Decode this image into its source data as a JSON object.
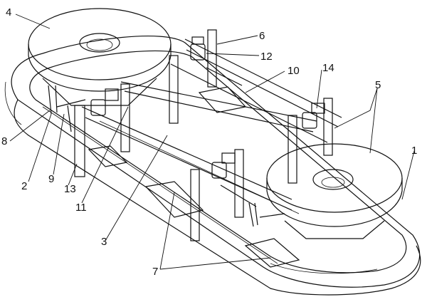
{
  "labels": [
    {
      "id": "l4",
      "text": "4"
    },
    {
      "id": "l6",
      "text": "6"
    },
    {
      "id": "l12",
      "text": "12"
    },
    {
      "id": "l10",
      "text": "10"
    },
    {
      "id": "l14",
      "text": "14"
    },
    {
      "id": "l5",
      "text": "5"
    },
    {
      "id": "l1",
      "text": "1"
    },
    {
      "id": "l8",
      "text": "8"
    },
    {
      "id": "l2",
      "text": "2"
    },
    {
      "id": "l9",
      "text": "9"
    },
    {
      "id": "l13",
      "text": "13"
    },
    {
      "id": "l11",
      "text": "11"
    },
    {
      "id": "l3",
      "text": "3"
    },
    {
      "id": "l7",
      "text": "7"
    }
  ],
  "colors": {
    "line": "#111111",
    "background": "#ffffff",
    "shade": "#eeeeee"
  }
}
